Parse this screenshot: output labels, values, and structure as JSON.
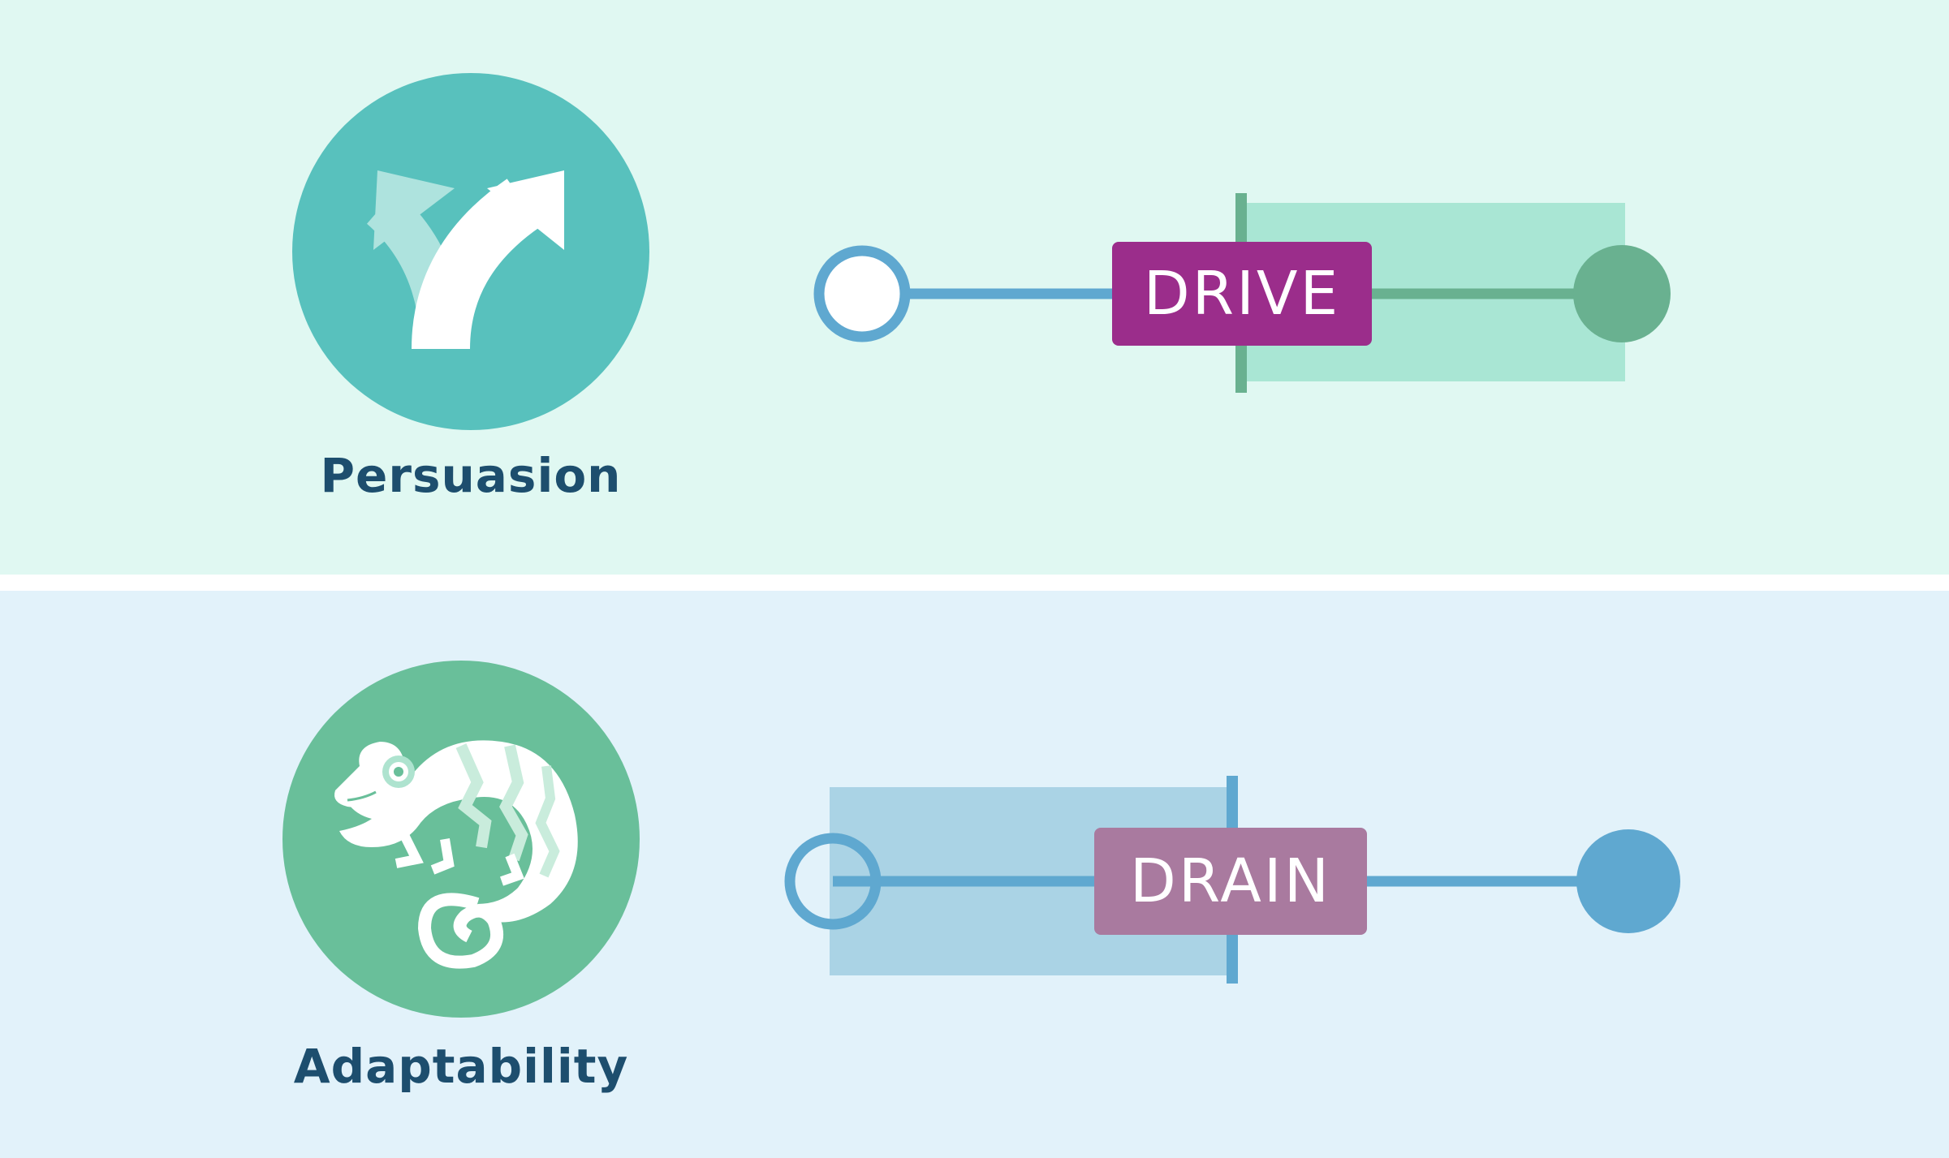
{
  "colors": {
    "panel_top_bg": "#e0f8f2",
    "panel_bottom_bg": "#e2f2fa",
    "divider": "#ffffff",
    "label_text": "#1d4e6e",
    "persuasion_circle": "#58c1bd",
    "adaptability_circle": "#69bf9a",
    "drive_badge": "#9b2d8b",
    "drain_badge": "#a97a9f",
    "drive_range": "#a9e6d4",
    "drive_accent": "#69b190",
    "drain_range": "#aad3e5",
    "line_blue": "#5fa8d0"
  },
  "items": [
    {
      "skill": "Persuasion",
      "icon": "split-arrows-icon",
      "badge": "DRIVE"
    },
    {
      "skill": "Adaptability",
      "icon": "chameleon-icon",
      "badge": "DRAIN"
    }
  ]
}
